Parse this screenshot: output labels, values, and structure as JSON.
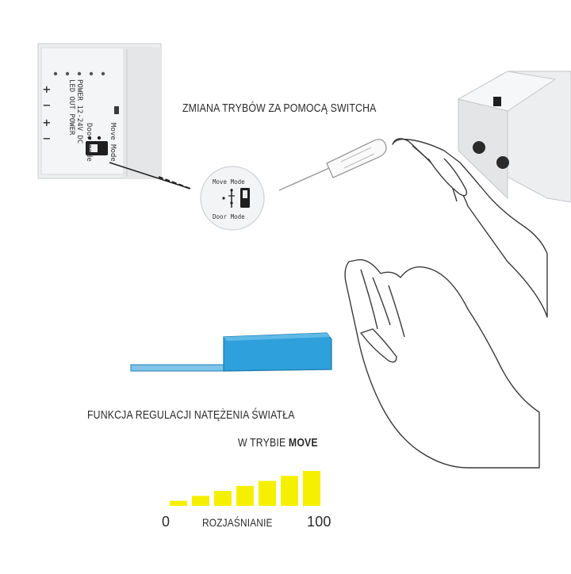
{
  "captions": {
    "switch_mode": "ZMIANA TRYBÓW ZA POMOCĄ SWITCHA",
    "dimming_line1": "FUNKCJA REGULACJI NATĘŻENIA ŚWIATŁA",
    "dimming_line2_prefix": "W TRYBIE ",
    "dimming_line2_bold": "MOVE"
  },
  "board": {
    "label_power": "POWER 12-24V DC",
    "label_led": "LED OUT POWER",
    "label_move": "Move Mode",
    "label_door": "Door mode",
    "plus_minus": [
      "+",
      "−",
      "+",
      "−"
    ]
  },
  "zoom": {
    "label_move": "Move Mode",
    "label_door": "Door Mode"
  },
  "brightness": {
    "min_label": "0",
    "mid_label": "ROZJAŚNIANIE",
    "max_label": "100",
    "levels": [
      1,
      2,
      3,
      4,
      5,
      6,
      7
    ],
    "bar_color": "#f5f000"
  },
  "colors": {
    "sensor_blue": "#2ea0db",
    "text": "#2b2b2b"
  }
}
